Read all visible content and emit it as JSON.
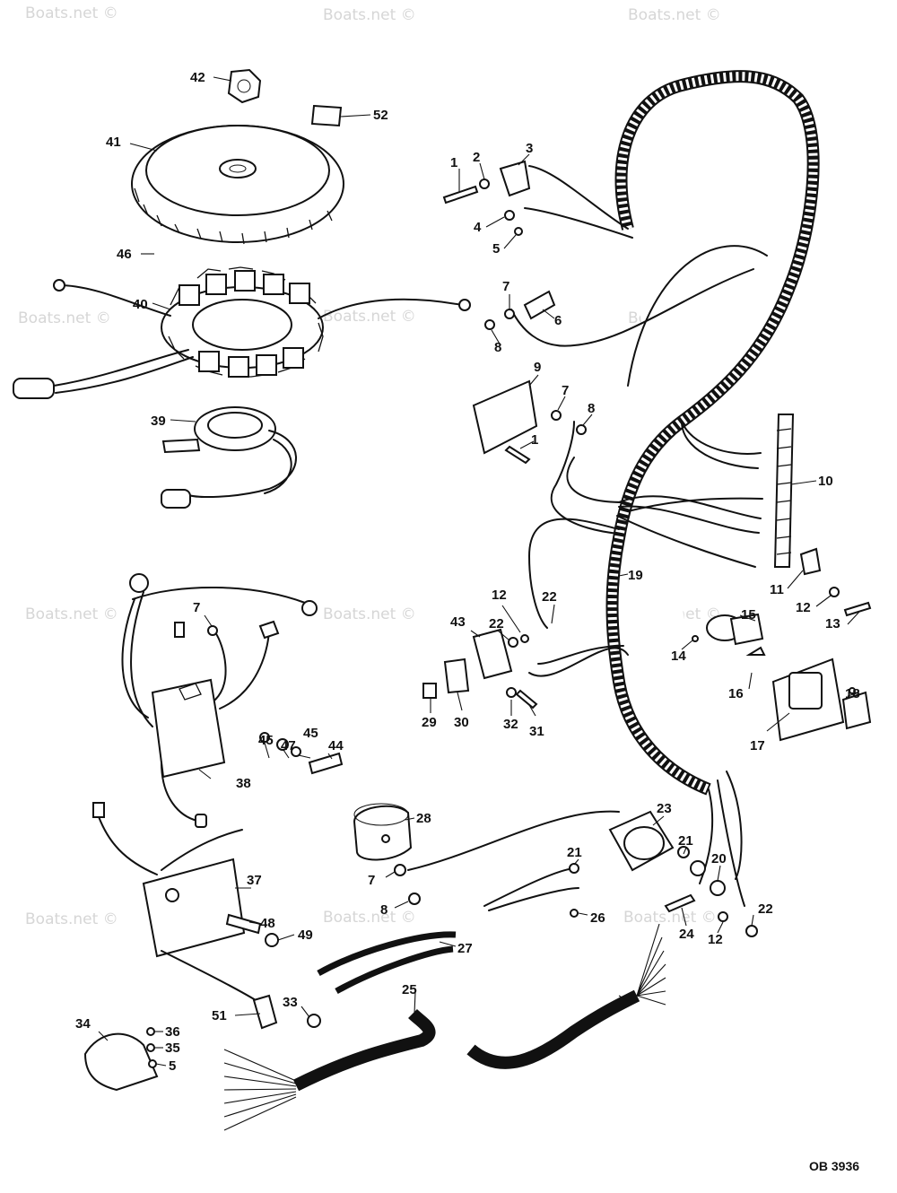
{
  "watermark": "Boats.net ©",
  "drawing_ref": "OB 3936",
  "callouts": {
    "c1": "1",
    "c1b": "1",
    "c2": "2",
    "c3": "3",
    "c4": "4",
    "c5": "5",
    "c5b": "5",
    "c6": "6",
    "c7": "7",
    "c7b": "7",
    "c7c": "7",
    "c7d": "7",
    "c8": "8",
    "c8b": "8",
    "c8c": "8",
    "c9": "9",
    "c10": "10",
    "c11": "11",
    "c12": "12",
    "c12b": "12",
    "c12c": "12",
    "c13": "13",
    "c14": "14",
    "c15": "15",
    "c16": "16",
    "c17": "17",
    "c18": "18",
    "c19": "19",
    "c20": "20",
    "c21": "21",
    "c21b": "21",
    "c22": "22",
    "c22b": "22",
    "c22c": "22",
    "c23": "23",
    "c24": "24",
    "c25": "25",
    "c26": "26",
    "c27": "27",
    "c28": "28",
    "c29": "29",
    "c30": "30",
    "c31": "31",
    "c32": "32",
    "c33": "33",
    "c34": "34",
    "c35": "35",
    "c36": "36",
    "c37": "37",
    "c38": "38",
    "c39": "39",
    "c40": "40",
    "c41": "41",
    "c42": "42",
    "c43": "43",
    "c44": "44",
    "c45": "45",
    "c45b": "45",
    "c46": "46",
    "c47": "47",
    "c48": "48",
    "c49": "49",
    "c51": "51",
    "c52": "52"
  }
}
